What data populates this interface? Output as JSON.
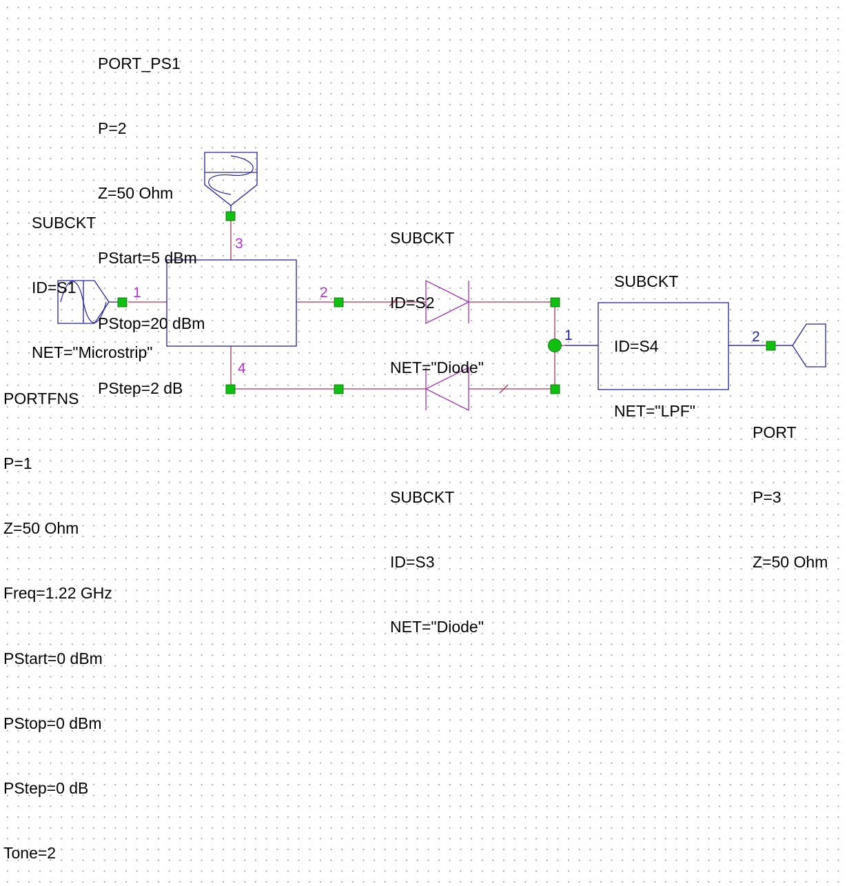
{
  "colors": {
    "wire": "#b03050",
    "block": "#2020a0",
    "node": "#10c010",
    "pin_purple": "#b030d0",
    "pin_blue": "#2020c0",
    "text": "#000000"
  },
  "components": {
    "port_ps1": {
      "icon": "ac-source-port-icon",
      "lines": [
        "PORT_PS1",
        "P=2",
        "Z=50 Ohm",
        "PStart=5 dBm",
        "PStop=20 dBm",
        "PStep=2 dB"
      ]
    },
    "portfns": {
      "icon": "sine-source-port-icon",
      "lines": [
        "PORTFNS",
        "P=1",
        "Z=50 Ohm",
        "Freq=1.22 GHz",
        "PStart=0 dBm",
        "PStop=0 dBm",
        "PStep=0 dB",
        "Tone=2"
      ]
    },
    "s1": {
      "lines": [
        "SUBCKT",
        "ID=S1",
        "NET=\"Microstrip\""
      ],
      "pins": [
        "1",
        "2",
        "3",
        "4"
      ]
    },
    "s2": {
      "icon": "diode-icon",
      "lines": [
        "SUBCKT",
        "ID=S2",
        "NET=\"Diode\""
      ]
    },
    "s3": {
      "icon": "diode-icon",
      "lines": [
        "SUBCKT",
        "ID=S3",
        "NET=\"Diode\""
      ]
    },
    "s4": {
      "lines": [
        "SUBCKT",
        "ID=S4",
        "NET=\"LPF\""
      ],
      "pins": [
        "1",
        "2"
      ]
    },
    "port_out": {
      "icon": "output-port-icon",
      "lines": [
        "PORT",
        "P=3",
        "Z=50 Ohm"
      ]
    }
  }
}
